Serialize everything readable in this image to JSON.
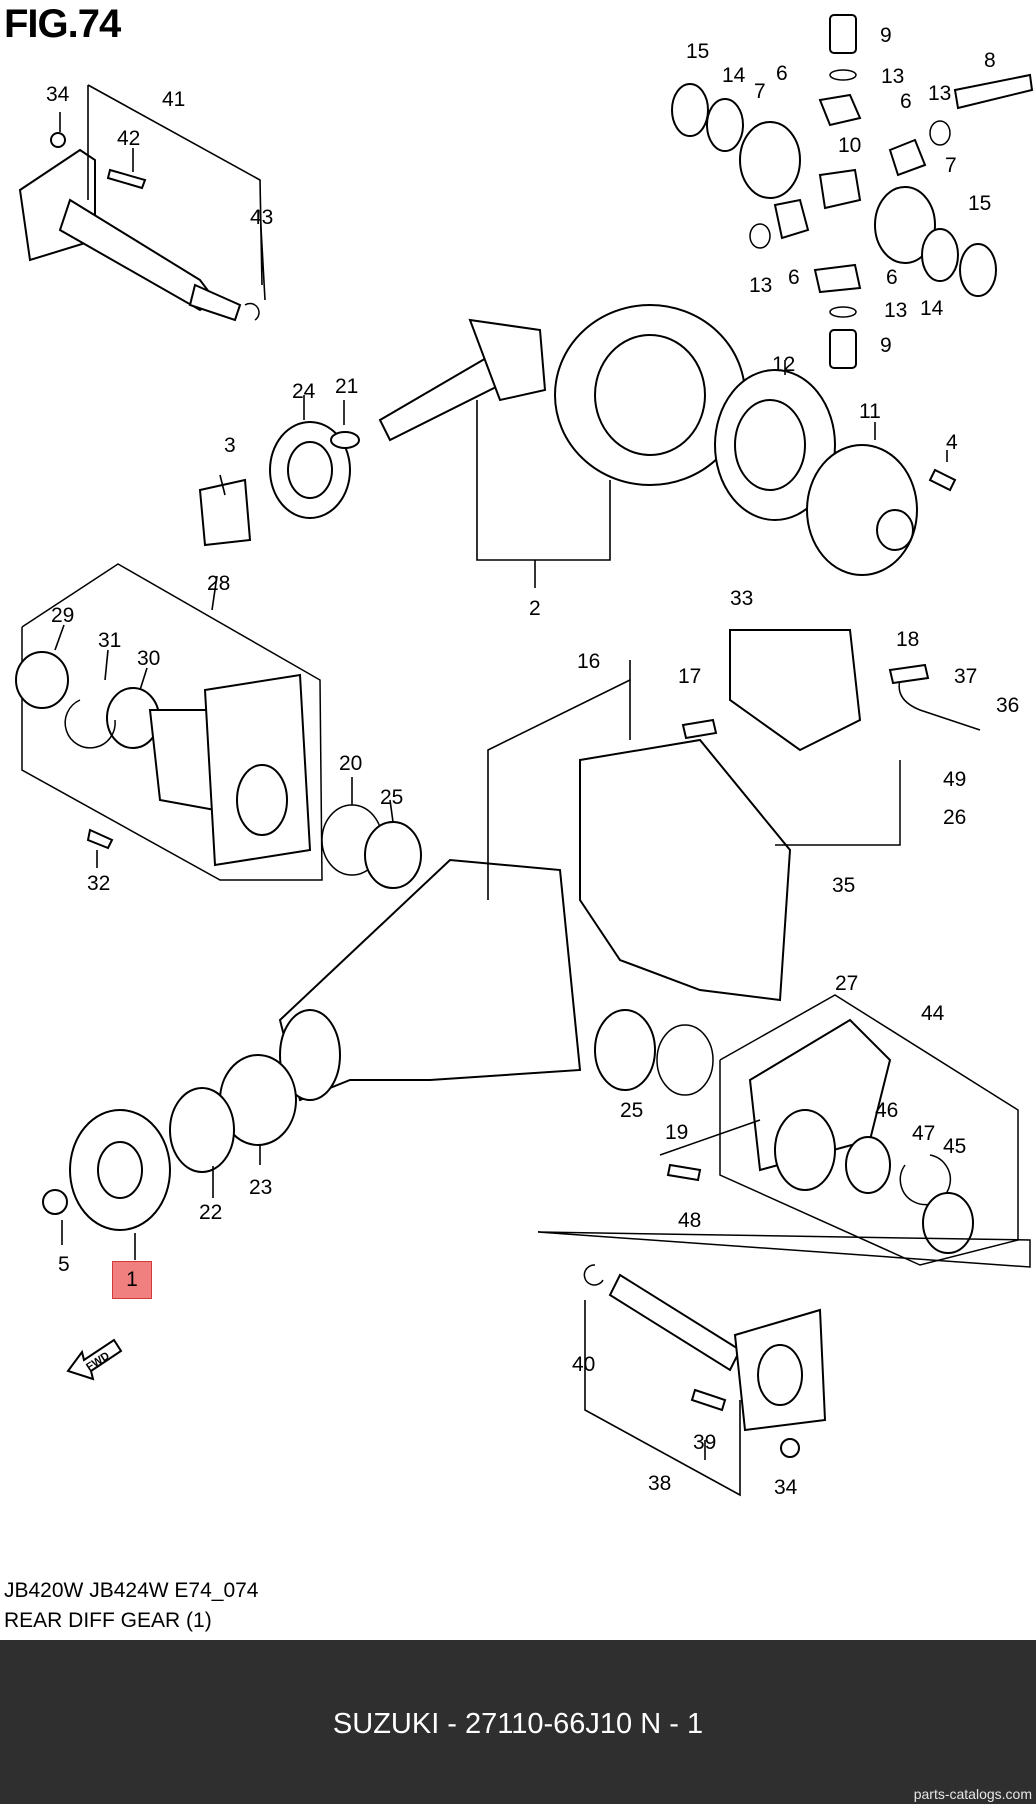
{
  "figure": {
    "title": "FIG.74",
    "highlighted_part": "1",
    "fwd_label": "FWD"
  },
  "callouts": [
    "1",
    "2",
    "3",
    "4",
    "5",
    "6",
    "7",
    "8",
    "9",
    "10",
    "11",
    "12",
    "13",
    "14",
    "15",
    "16",
    "17",
    "18",
    "19",
    "20",
    "21",
    "22",
    "23",
    "24",
    "25",
    "26",
    "27",
    "28",
    "29",
    "30",
    "31",
    "32",
    "33",
    "34",
    "35",
    "36",
    "37",
    "38",
    "39",
    "40",
    "41",
    "42",
    "43",
    "44",
    "45",
    "46",
    "47",
    "48",
    "49"
  ],
  "caption": {
    "line1": "JB420W JB424W E74_074",
    "line2": "REAR DIFF GEAR (1)"
  },
  "footer": {
    "text": "SUZUKI - 27110-66J10   N - 1",
    "watermark": "parts-catalogs.com"
  },
  "colors": {
    "highlight": "#f08080",
    "footer_bg": "#2f2f2f"
  }
}
